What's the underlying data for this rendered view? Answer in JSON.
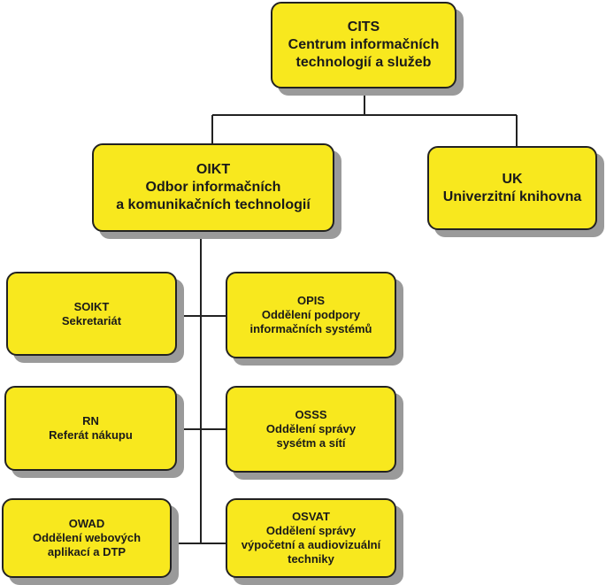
{
  "colors": {
    "box_fill": "#f8e81e",
    "box_border": "#222222",
    "shadow": "#9a9a9a",
    "line": "#222222"
  },
  "nodes": {
    "cits": {
      "code": "CITS",
      "line1": "Centrum informačních",
      "line2": "technologií a služeb"
    },
    "oikt": {
      "code": "OIKT",
      "line1": "Odbor informačních",
      "line2": "a komunikačních technologií"
    },
    "uk": {
      "code": "UK",
      "line1": "Univerzitní knihovna"
    },
    "soikt": {
      "code": "SOIKT",
      "line1": "Sekretariát"
    },
    "opis": {
      "code": "OPIS",
      "line1": "Oddělení podpory",
      "line2": "informačních systémů"
    },
    "rn": {
      "code": "RN",
      "line1": "Referát nákupu"
    },
    "osss": {
      "code": "OSSS",
      "line1": "Oddělení správy",
      "line2": "sysétm a sítí"
    },
    "owad": {
      "code": "OWAD",
      "line1": "Oddělení webových",
      "line2": "aplikací a DTP"
    },
    "osvat": {
      "code": "OSVAT",
      "line1": "Oddělení správy",
      "line2": "výpočetní a audiovizuální",
      "line3": "techniky"
    }
  }
}
